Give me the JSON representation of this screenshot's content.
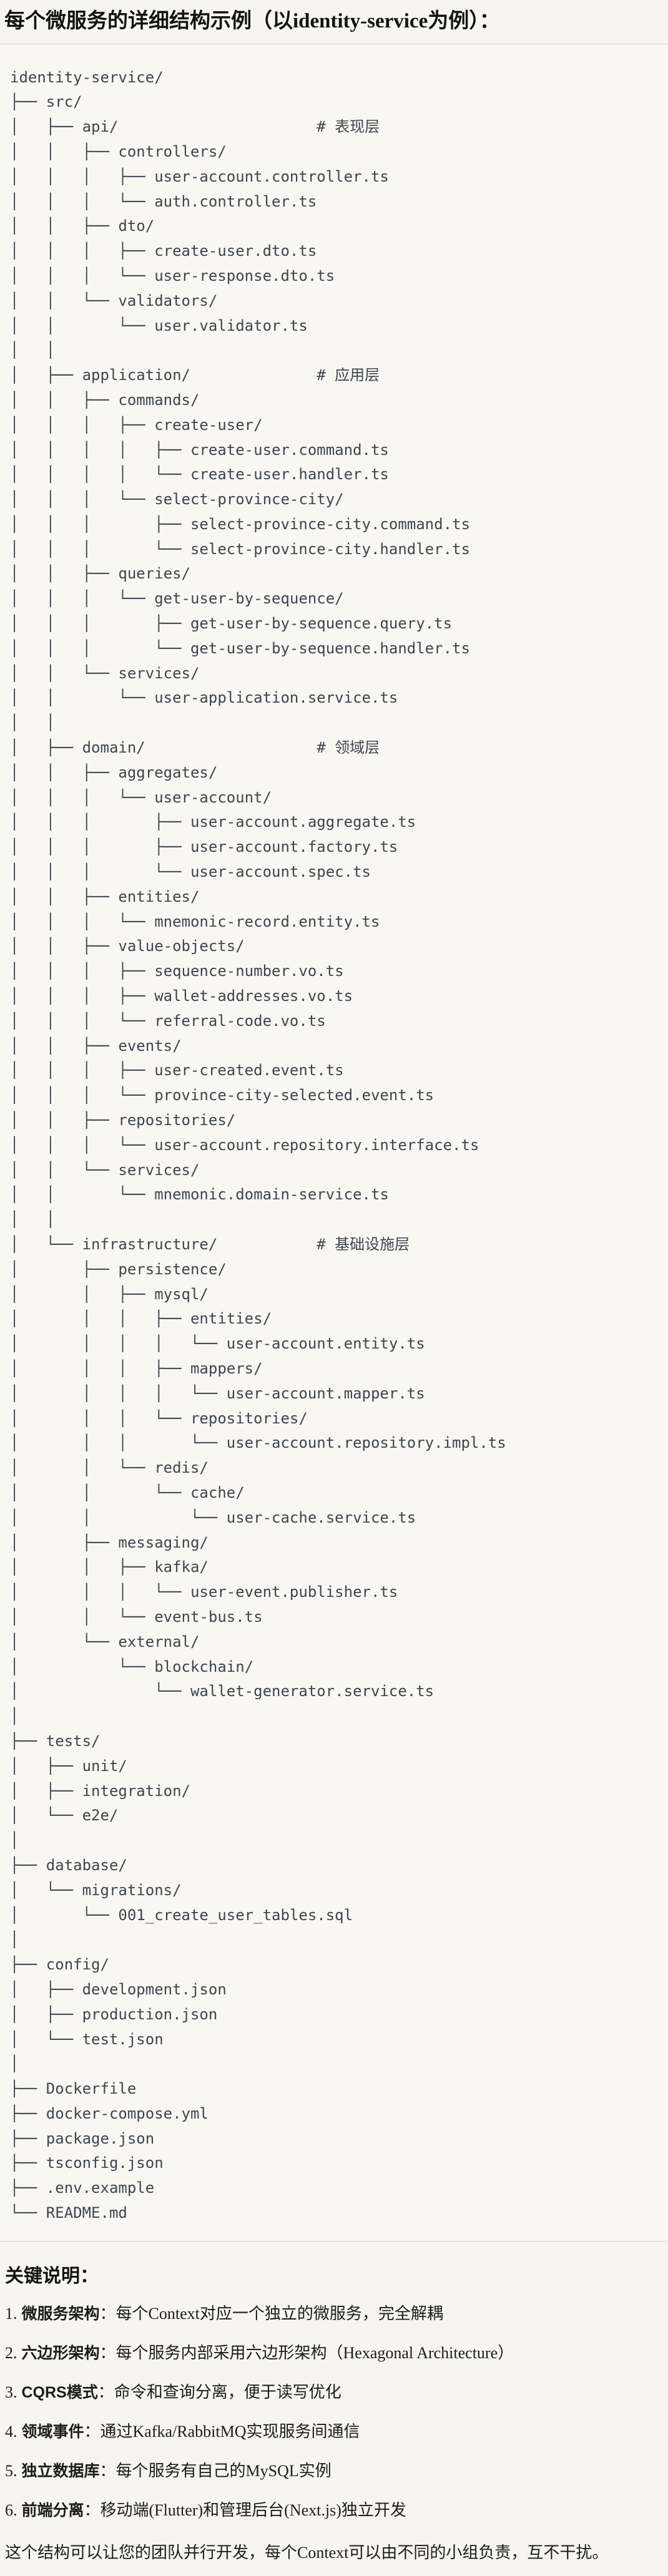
{
  "page": {
    "title": "每个微服务的详细结构示例（以identity-service为例）："
  },
  "tree": {
    "language": "plaintext",
    "lines": [
      "identity-service/",
      "├── src/",
      "│   ├── api/                      # 表现层",
      "│   │   ├── controllers/",
      "│   │   │   ├── user-account.controller.ts",
      "│   │   │   └── auth.controller.ts",
      "│   │   ├── dto/",
      "│   │   │   ├── create-user.dto.ts",
      "│   │   │   └── user-response.dto.ts",
      "│   │   └── validators/",
      "│   │       └── user.validator.ts",
      "│   │",
      "│   ├── application/              # 应用层",
      "│   │   ├── commands/",
      "│   │   │   ├── create-user/",
      "│   │   │   │   ├── create-user.command.ts",
      "│   │   │   │   └── create-user.handler.ts",
      "│   │   │   └── select-province-city/",
      "│   │   │       ├── select-province-city.command.ts",
      "│   │   │       └── select-province-city.handler.ts",
      "│   │   ├── queries/",
      "│   │   │   └── get-user-by-sequence/",
      "│   │   │       ├── get-user-by-sequence.query.ts",
      "│   │   │       └── get-user-by-sequence.handler.ts",
      "│   │   └── services/",
      "│   │       └── user-application.service.ts",
      "│   │",
      "│   ├── domain/                   # 领域层",
      "│   │   ├── aggregates/",
      "│   │   │   └── user-account/",
      "│   │   │       ├── user-account.aggregate.ts",
      "│   │   │       ├── user-account.factory.ts",
      "│   │   │       └── user-account.spec.ts",
      "│   │   ├── entities/",
      "│   │   │   └── mnemonic-record.entity.ts",
      "│   │   ├── value-objects/",
      "│   │   │   ├── sequence-number.vo.ts",
      "│   │   │   ├── wallet-addresses.vo.ts",
      "│   │   │   └── referral-code.vo.ts",
      "│   │   ├── events/",
      "│   │   │   ├── user-created.event.ts",
      "│   │   │   └── province-city-selected.event.ts",
      "│   │   ├── repositories/",
      "│   │   │   └── user-account.repository.interface.ts",
      "│   │   └── services/",
      "│   │       └── mnemonic.domain-service.ts",
      "│   │",
      "│   └── infrastructure/           # 基础设施层",
      "│       ├── persistence/",
      "│       │   ├── mysql/",
      "│       │   │   ├── entities/",
      "│       │   │   │   └── user-account.entity.ts",
      "│       │   │   ├── mappers/",
      "│       │   │   │   └── user-account.mapper.ts",
      "│       │   │   └── repositories/",
      "│       │   │       └── user-account.repository.impl.ts",
      "│       │   └── redis/",
      "│       │       └── cache/",
      "│       │           └── user-cache.service.ts",
      "│       ├── messaging/",
      "│       │   ├── kafka/",
      "│       │   │   └── user-event.publisher.ts",
      "│       │   └── event-bus.ts",
      "│       └── external/",
      "│           └── blockchain/",
      "│               └── wallet-generator.service.ts",
      "│",
      "├── tests/",
      "│   ├── unit/",
      "│   ├── integration/",
      "│   └── e2e/",
      "│",
      "├── database/",
      "│   └── migrations/",
      "│       └── 001_create_user_tables.sql",
      "│",
      "├── config/",
      "│   ├── development.json",
      "│   ├── production.json",
      "│   └── test.json",
      "│",
      "├── Dockerfile",
      "├── docker-compose.yml",
      "├── package.json",
      "├── tsconfig.json",
      "├── .env.example",
      "└── README.md"
    ]
  },
  "notes": {
    "title": "关键说明：",
    "items": [
      {
        "num": "1.",
        "term": "微服务架构",
        "desc": "：每个Context对应一个独立的微服务，完全解耦"
      },
      {
        "num": "2.",
        "term": "六边形架构",
        "desc": "：每个服务内部采用六边形架构（Hexagonal Architecture）"
      },
      {
        "num": "3.",
        "term": "CQRS模式",
        "desc": "：命令和查询分离，便于读写优化"
      },
      {
        "num": "4.",
        "term": "领域事件",
        "desc": "：通过Kafka/RabbitMQ实现服务间通信"
      },
      {
        "num": "5.",
        "term": "独立数据库",
        "desc": "：每个服务有自己的MySQL实例"
      },
      {
        "num": "6.",
        "term": "前端分离",
        "desc": "：移动端(Flutter)和管理后台(Next.js)独立开发"
      }
    ],
    "footer": "这个结构可以让您的团队并行开发，每个Context可以由不同的小组负责，互不干扰。"
  }
}
